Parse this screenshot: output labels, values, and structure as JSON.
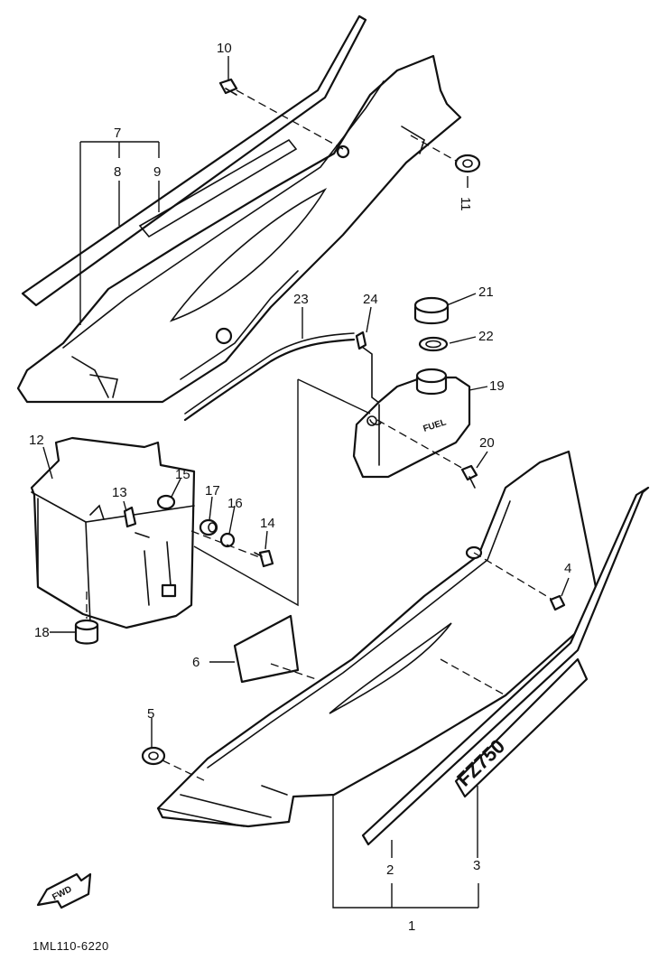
{
  "diagram": {
    "figure_code": "1ML110-6220",
    "fwd_label": "FWD",
    "fuel_label": "FUEL",
    "decal_text": "FZ750",
    "callouts": [
      "1",
      "2",
      "3",
      "4",
      "5",
      "6",
      "7",
      "8",
      "9",
      "10",
      "11",
      "12",
      "13",
      "14",
      "15",
      "16",
      "17",
      "18",
      "19",
      "20",
      "21",
      "22",
      "23",
      "24"
    ]
  }
}
